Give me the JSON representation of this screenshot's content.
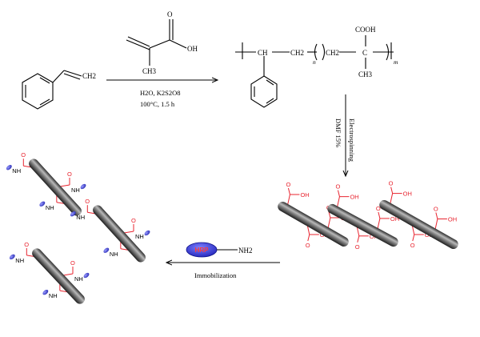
{
  "reactants": {
    "styrene_label": "CH2",
    "methacrylic_labels": [
      "O",
      "OH",
      "CH3"
    ]
  },
  "reaction": {
    "conditions_line1": "H2O, K2S2O8",
    "conditions_line2": "100°C, 1.5 h"
  },
  "copolymer": {
    "labels": [
      "CH",
      "CH2",
      "n",
      "CH2",
      "C",
      "COOH",
      "CH3",
      "m"
    ]
  },
  "electrospinning": {
    "label1": "DMF 15%",
    "label2": "Electrospinning"
  },
  "immobilization": {
    "enzyme": "HRP",
    "amine": "NH2",
    "label": "Immobilization"
  },
  "fiber_groups": {
    "carboxyl": [
      "OH",
      "O"
    ],
    "amide": [
      "NH",
      "O"
    ]
  },
  "colors": {
    "functional_group": "#e8242f",
    "enzyme_fill": "#3b3fd6",
    "enzyme_text": "#ff3b3b",
    "fiber": "#404040"
  }
}
